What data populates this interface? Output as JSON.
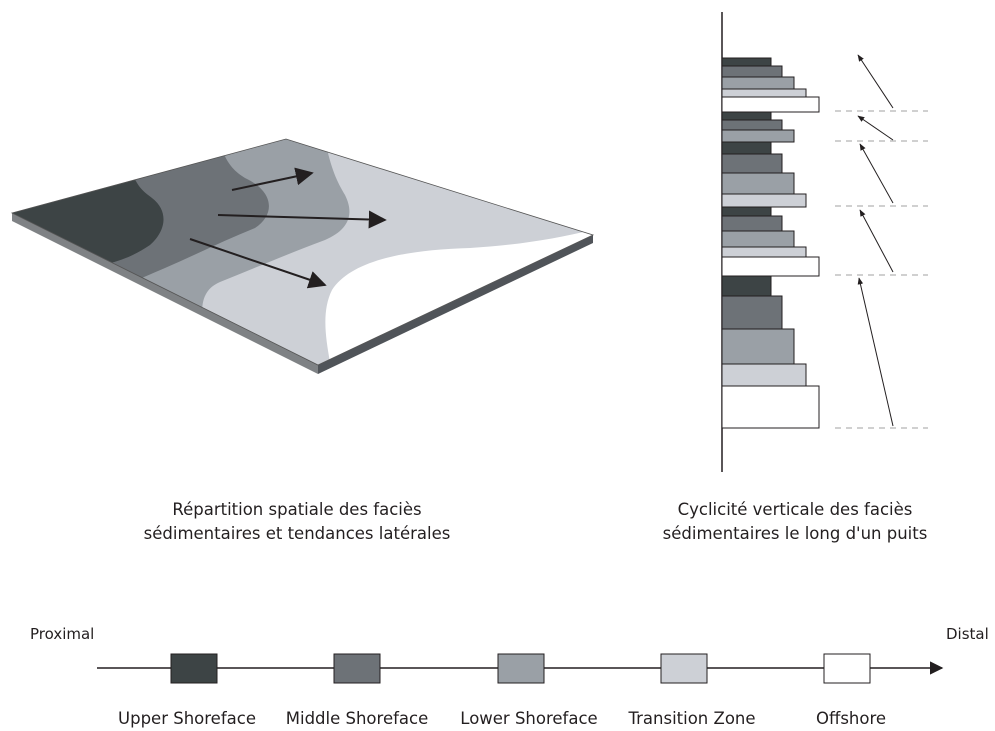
{
  "colors": {
    "upper_shoreface": "#3d4445",
    "middle_shoreface": "#6d7277",
    "lower_shoreface": "#9aa0a6",
    "transition_zone": "#cdd0d6",
    "offshore": "#ffffff",
    "outline": "#231f20",
    "dashed": "#a0a0a0"
  },
  "left_panel": {
    "caption_line1": "Répartition spatiale des faciès",
    "caption_line2": "sédimentaires et tendances latérales"
  },
  "right_panel": {
    "caption_line1": "Cyclicité verticale des faciès",
    "caption_line2": "sédimentaires le long d'un puits"
  },
  "axis": {
    "start_label": "Proximal",
    "end_label": "Distal"
  },
  "legend": [
    {
      "label": "Upper Shoreface",
      "color": "#3d4445",
      "icon": "upper-shoreface-swatch"
    },
    {
      "label": "Middle Shoreface",
      "color": "#6d7277",
      "icon": "middle-shoreface-swatch"
    },
    {
      "label": "Lower Shoreface",
      "color": "#9aa0a6",
      "icon": "lower-shoreface-swatch"
    },
    {
      "label": "Transition Zone",
      "color": "#cdd0d6",
      "icon": "transition-zone-swatch"
    },
    {
      "label": "Offshore",
      "color": "#ffffff",
      "icon": "offshore-swatch"
    }
  ]
}
